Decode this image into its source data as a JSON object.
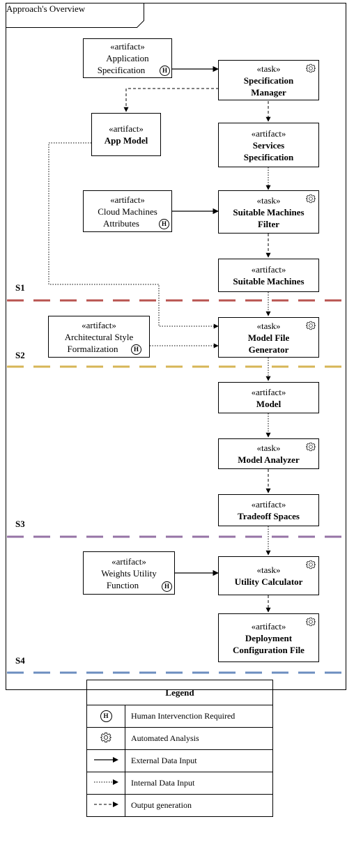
{
  "frame": {
    "title": "Approach's Overview"
  },
  "stages": [
    "S1",
    "S2",
    "S3",
    "S4"
  ],
  "stage_colors": {
    "S1": "#b85450",
    "S2": "#d6b656",
    "S3": "#9673a6",
    "S4": "#6c8ebf"
  },
  "nodes": {
    "app_spec": {
      "stereotype": "«artifact»",
      "line1": "Application",
      "line2": "Specification"
    },
    "spec_manager": {
      "stereotype": "«task»",
      "line1": "Specification",
      "line2": "Manager"
    },
    "app_model": {
      "stereotype": "«artifact»",
      "line1": "App Model"
    },
    "services_spec": {
      "stereotype": "«artifact»",
      "line1": "Services",
      "line2": "Specification"
    },
    "cloud_attrs": {
      "stereotype": "«artifact»",
      "line1": "Cloud Machines",
      "line2": "Attributes"
    },
    "machines_filter": {
      "stereotype": "«task»",
      "line1": "Suitable Machines",
      "line2": "Filter"
    },
    "suitable_machines": {
      "stereotype": "«artifact»",
      "line1": "Suitable Machines"
    },
    "arch_style": {
      "stereotype": "«artifact»",
      "line1": "Architectural Style",
      "line2": "Formalization"
    },
    "model_gen": {
      "stereotype": "«task»",
      "line1": "Model File",
      "line2": "Generator"
    },
    "model": {
      "stereotype": "«artifact»",
      "line1": "Model"
    },
    "model_analyzer": {
      "stereotype": "«task»",
      "line1": "Model Analyzer"
    },
    "tradeoff": {
      "stereotype": "«artifact»",
      "line1": "Tradeoff Spaces"
    },
    "weights": {
      "stereotype": "«artifact»",
      "line1": "Weights Utility",
      "line2": "Function"
    },
    "utility_calc": {
      "stereotype": "«task»",
      "line1": "Utility Calculator"
    },
    "deploy_config": {
      "stereotype": "«artifact»",
      "line1": "Deployment",
      "line2": "Configuration File"
    }
  },
  "badge": {
    "h": "H"
  },
  "legend": {
    "title": "Legend",
    "items": [
      {
        "icon": "h-badge-icon",
        "label": "Human Intervenction Required"
      },
      {
        "icon": "gear-icon",
        "label": "Automated Analysis"
      },
      {
        "icon": "solid-arrow-icon",
        "label": "External Data Input"
      },
      {
        "icon": "dotted-arrow-icon",
        "label": "Internal Data Input"
      },
      {
        "icon": "dashed-arrow-icon",
        "label": "Output generation"
      }
    ]
  }
}
